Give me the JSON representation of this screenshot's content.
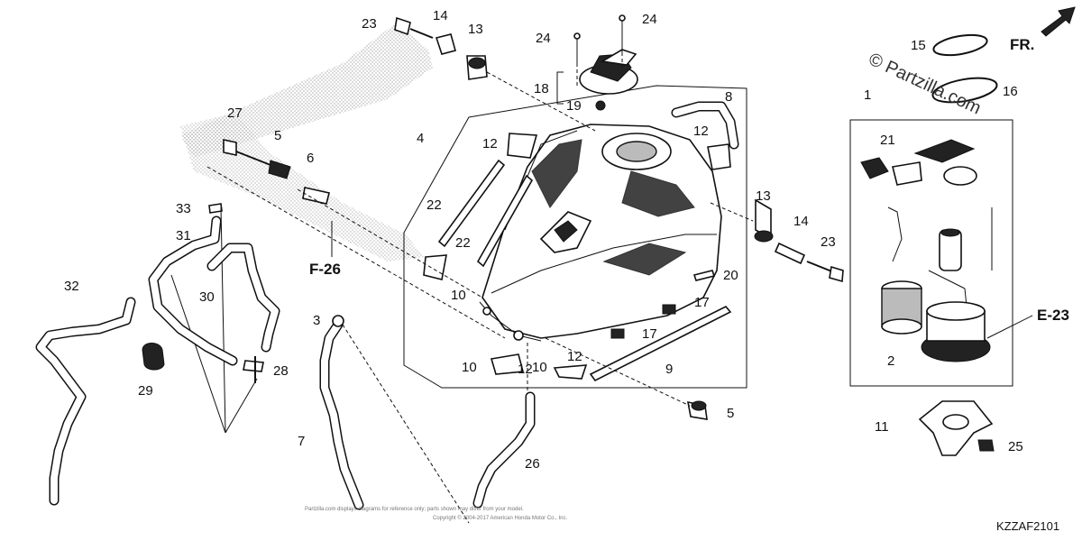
{
  "diagram_code": "KZZAF2101",
  "direction_label": "FR.",
  "watermark": "© Partzilla.com",
  "references": [
    "F-26",
    "E-23"
  ],
  "callouts": [
    "1",
    "2",
    "3",
    "4",
    "5",
    "5",
    "6",
    "7",
    "8",
    "9",
    "10",
    "10",
    "10",
    "11",
    "12",
    "12",
    "12",
    "12",
    "13",
    "13",
    "14",
    "14",
    "15",
    "16",
    "17",
    "17",
    "18",
    "19",
    "20",
    "21",
    "22",
    "22",
    "23",
    "23",
    "24",
    "24",
    "25",
    "26",
    "27",
    "28",
    "29",
    "30",
    "31",
    "32",
    "33"
  ],
  "copyright_line_1": "Partzilla.com displays diagrams for reference only; parts shown may differ from your model.",
  "copyright_line_2": "Copyright © 2004-2017 American Honda Motor Co., Inc."
}
